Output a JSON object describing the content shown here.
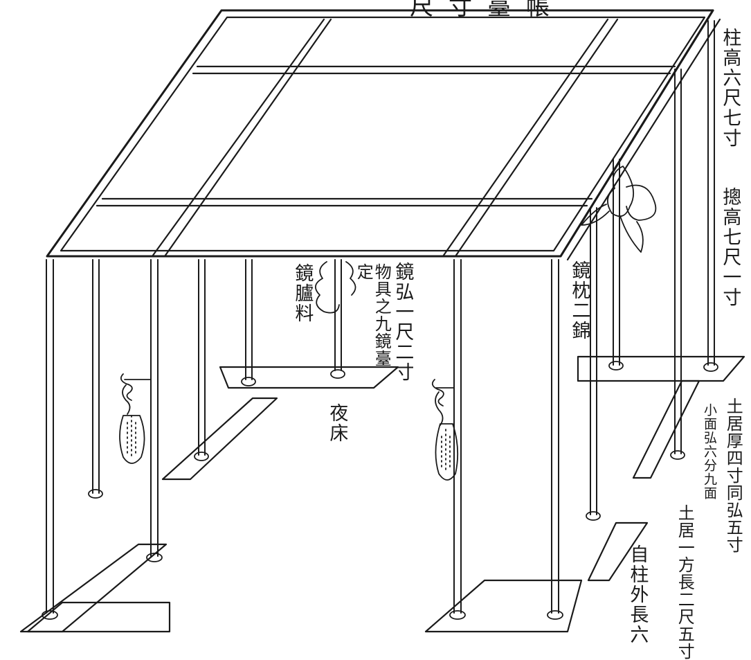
{
  "title": "尺寸臺帳",
  "labels": {
    "pillar_height": "柱高六尺七寸",
    "frame_height": "摠高七尺一寸",
    "mirror_frame_material": "鏡臚料",
    "mirror_arc": "鏡弘一尺二寸",
    "mirror_note": "物具之九鏡臺",
    "mirror_note_end": "定",
    "mirror_pillow": "鏡枕二錦",
    "night_bed": "夜床",
    "base_thickness": "土居厚四寸同弘五寸",
    "small_face": "小面弘六分九面",
    "base_square": "土居一方長二尺五寸",
    "outer_length": "自柱外長六"
  }
}
